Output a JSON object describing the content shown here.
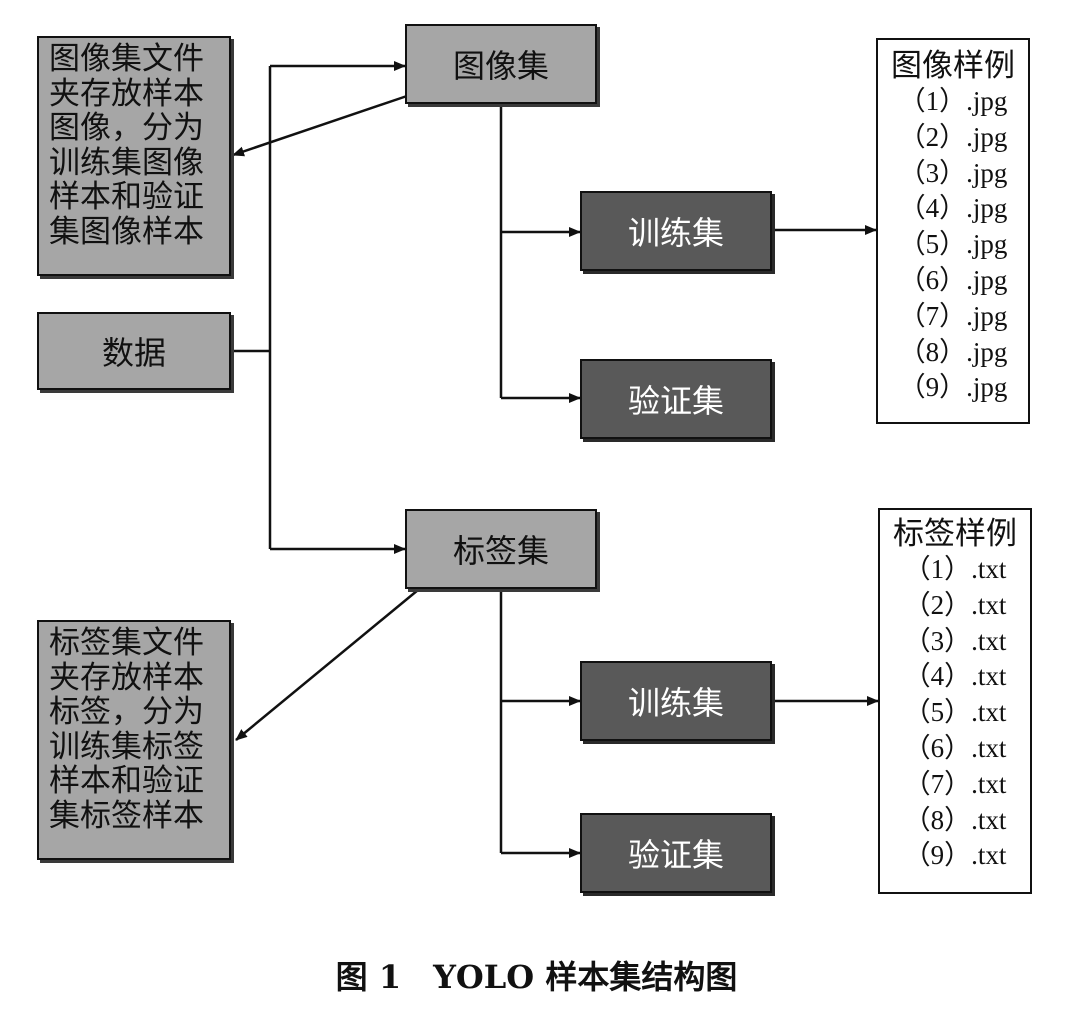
{
  "nodes": {
    "data": "数据",
    "image_set": "图像集",
    "image_train": "训练集",
    "image_val": "验证集",
    "label_set": "标签集",
    "label_train": "训练集",
    "label_val": "验证集"
  },
  "notes": {
    "image_note": [
      "图像集文件",
      "夹存放样本",
      "图像，分为",
      "训练集图像",
      "样本和验证",
      "集图像样本"
    ],
    "label_note": [
      "标签集文件",
      "夹存放样本",
      "标签，分为",
      "训练集标签",
      "样本和验证",
      "集标签样本"
    ]
  },
  "samples": {
    "image_title": "图像样例",
    "image_items": [
      "（1）.jpg",
      "（2）.jpg",
      "（3）.jpg",
      "（4）.jpg",
      "（5）.jpg",
      "（6）.jpg",
      "（7）.jpg",
      "（8）.jpg",
      "（9）.jpg"
    ],
    "label_title": "标签样例",
    "label_items": [
      "（1）.txt",
      "（2）.txt",
      "（3）.txt",
      "（4）.txt",
      "（5）.txt",
      "（6）.txt",
      "（7）.txt",
      "（8）.txt",
      "（9）.txt"
    ]
  },
  "caption": "图 1　YOLO 样本集结构图",
  "colors": {
    "box_light": "#a6a6a6",
    "box_dark": "#595959",
    "line": "#111111"
  }
}
